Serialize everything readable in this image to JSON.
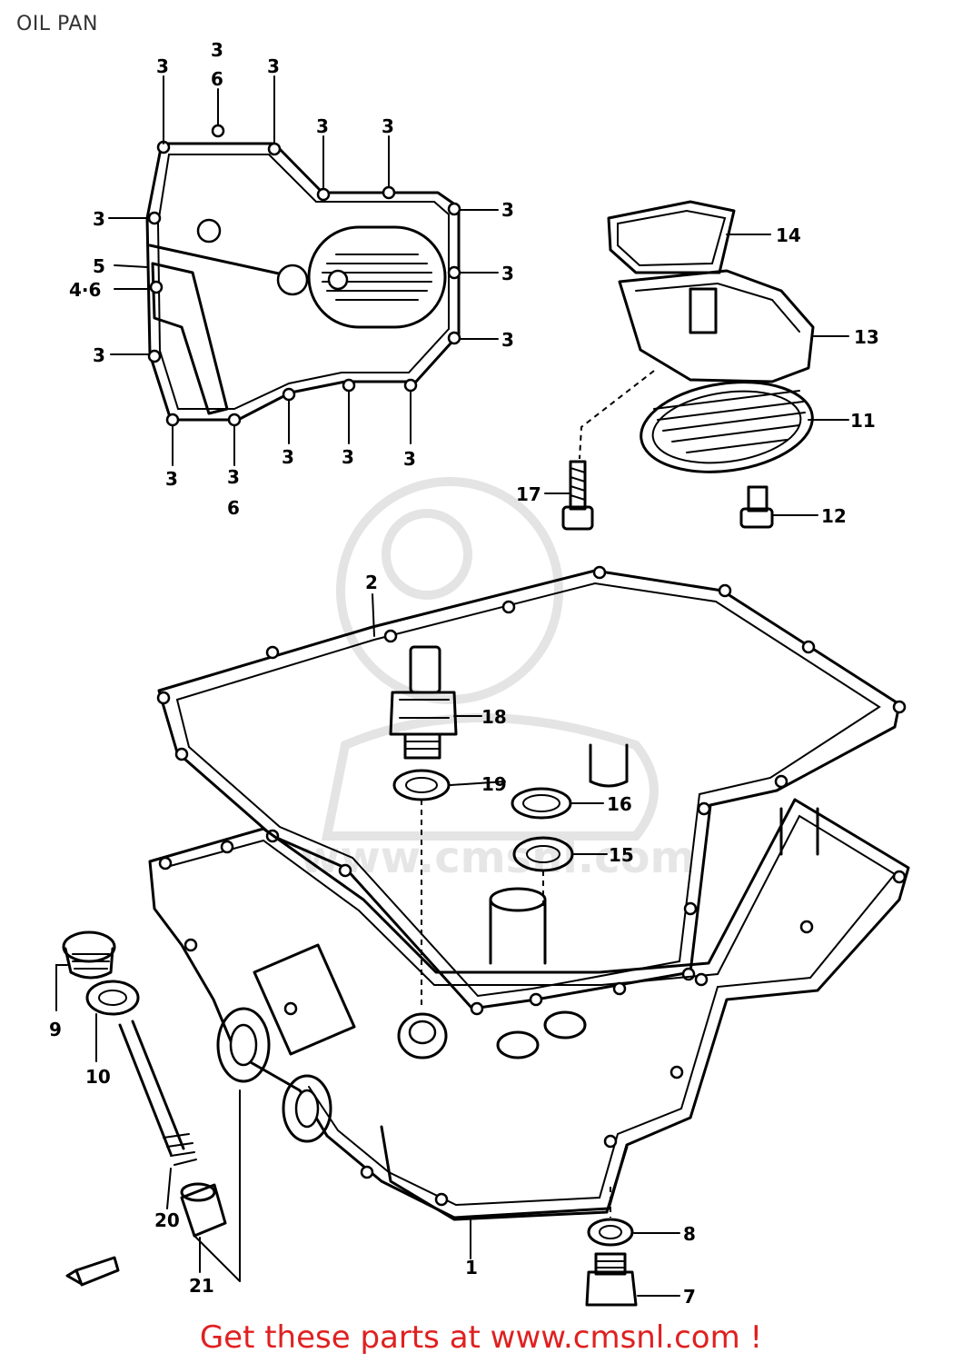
{
  "title": "OIL PAN",
  "footer": "Get these parts at www.cmsnl.com !",
  "watermark": "www.cmsnl.com",
  "colors": {
    "footer": "#e02020",
    "title": "#333333",
    "line": "#000000"
  },
  "callouts": {
    "c3": "3",
    "c6": "6",
    "c46": "4·6",
    "c5": "5",
    "c7": "7",
    "c8": "8",
    "c9": "9",
    "c10": "10",
    "c11": "11",
    "c12": "12",
    "c13": "13",
    "c14": "14",
    "c15": "15",
    "c16": "16",
    "c17": "17",
    "c18": "18",
    "c19": "19",
    "c20": "20",
    "c21": "21",
    "c1": "1",
    "c2": "2"
  }
}
